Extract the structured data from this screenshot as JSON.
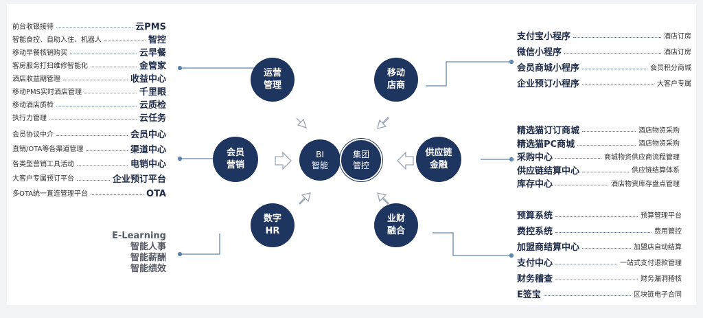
{
  "hubs": {
    "ops": {
      "line1": "运营",
      "line2": "管理"
    },
    "mobile": {
      "line1": "移动",
      "line2": "店商"
    },
    "member": {
      "line1": "会员",
      "line2": "营销"
    },
    "supply": {
      "line1": "供应链",
      "line2": "金融"
    },
    "hr": {
      "line1": "数字",
      "line2": "HR"
    },
    "fin": {
      "line1": "业财",
      "line2": "融合"
    },
    "bi": {
      "line1": "BI",
      "line2": "智能"
    },
    "group": {
      "line1": "集团",
      "line2": "管控"
    }
  },
  "ops_items": [
    {
      "desc": "前台收银接待",
      "name": "云PMS"
    },
    {
      "desc": "智能食控、自助入住、机器人",
      "name": "智控"
    },
    {
      "desc": "移动早餐核销购买",
      "name": "云早餐"
    },
    {
      "desc": "客房服务打扫维修智能化",
      "name": "金管家"
    },
    {
      "desc": "酒店收益期管理",
      "name": "收益中心"
    },
    {
      "desc": "移动PMS实时酒店管理",
      "name": "千里眼"
    },
    {
      "desc": "移动酒店质检",
      "name": "云质检"
    },
    {
      "desc": "执行力管理",
      "name": "云任务"
    }
  ],
  "member_items": [
    {
      "desc": "会员协议中介",
      "name": "会员中心"
    },
    {
      "desc": "直销/OTA等各渠道管理",
      "name": "渠道中心"
    },
    {
      "desc": "各类型营销工具活动",
      "name": "电销中心"
    },
    {
      "desc": "大客户专属预订平台",
      "name": "企业预订平台"
    },
    {
      "desc": "多OTA统一直连管理平台",
      "name": "OTA"
    }
  ],
  "hr_items": [
    "E-Learning",
    "智能人事",
    "智能薪酬",
    "智能绩效"
  ],
  "mobile_items": [
    {
      "name": "支付宝小程序",
      "desc": "酒店订房"
    },
    {
      "name": "微信小程序",
      "desc": "酒店订房"
    },
    {
      "name": "会员商城小程序",
      "desc": "会员积分商城"
    },
    {
      "name": "企业预订小程序",
      "desc": "大客户专属"
    }
  ],
  "supply_items": [
    {
      "name": "精选猫订订商城",
      "desc": "酒店物资采购"
    },
    {
      "name": "精选猫PC商城",
      "desc": "酒店物资采购"
    },
    {
      "name": "采购中心",
      "desc": "商城物资供应商流程管理"
    },
    {
      "name": "供应链结算中心",
      "desc": "供应链结算体系"
    },
    {
      "name": "库存中心",
      "desc": "酒店物资库存盘点管理"
    }
  ],
  "fin_items": [
    {
      "name": "预算系统",
      "desc": "预算管理平台"
    },
    {
      "name": "费控系统",
      "desc": "费用管控"
    },
    {
      "name": "加盟商结算中心",
      "desc": "加盟店自动结算"
    },
    {
      "name": "支付中心",
      "desc": "一站式支付退款管理"
    },
    {
      "name": "财务稽查",
      "desc": "财务漏洞稽核"
    },
    {
      "name": "E签宝",
      "desc": "区块链电子合同"
    }
  ],
  "colors": {
    "hub": "#1e3560",
    "leader": "#6b7a90",
    "connector": "#5f86b0",
    "arrow": "#9aa6b8"
  }
}
